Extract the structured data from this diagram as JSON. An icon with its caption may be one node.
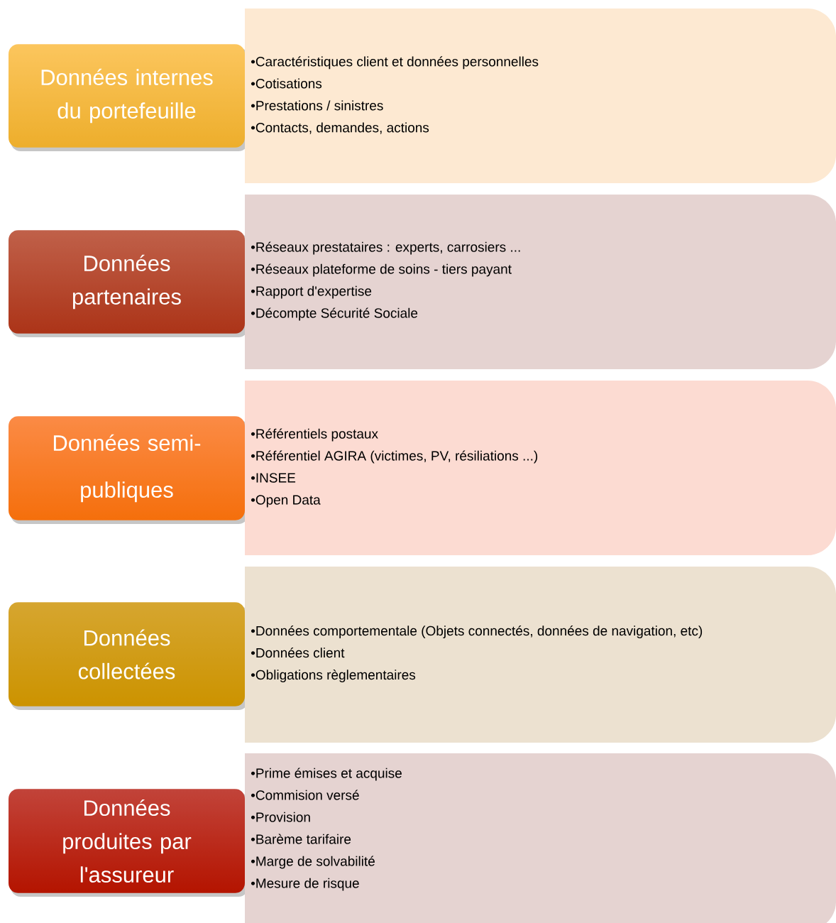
{
  "diagram": {
    "nodes": [
      {
        "text": [
          "Données internes du portefeuille"
        ]
      },
      {
        "text": [
          "•Caractéristiques client et données personnelles",
          "•Cotisations",
          "•Prestations / sinistres",
          "•Contacts, demandes, actions"
        ]
      },
      {
        "text": [
          "Données partenaires"
        ]
      },
      {
        "text": [
          "•Réseaux prestataires : experts, carrosiers ...",
          "•Réseaux plateforme de soins - tiers payant",
          "•Rapport d'expertise",
          "•Décompte Sécurité Sociale"
        ]
      },
      {
        "text": [
          "Données semi-publiques"
        ]
      },
      {
        "text": [
          "•Référentiels postaux",
          "•Référentiel AGIRA (victimes, PV, résiliations ...)",
          "•INSEE",
          "•Open Data"
        ]
      },
      {
        "text": [
          "Données collectées"
        ]
      },
      {
        "text": [
          "•Données comportementale (Objets connectés, données de navigation, etc)",
          "•Données client",
          "•Obligations règlementaires"
        ]
      },
      {
        "text": [
          "Données produites par l'assureur"
        ]
      },
      {
        "text": [
          "•Prime émises et acquise",
          "•Commision versé",
          "•Provision",
          "•Barème tarifaire",
          "•Marge de solvabilité",
          "•Mesure de risque"
        ]
      }
    ]
  }
}
